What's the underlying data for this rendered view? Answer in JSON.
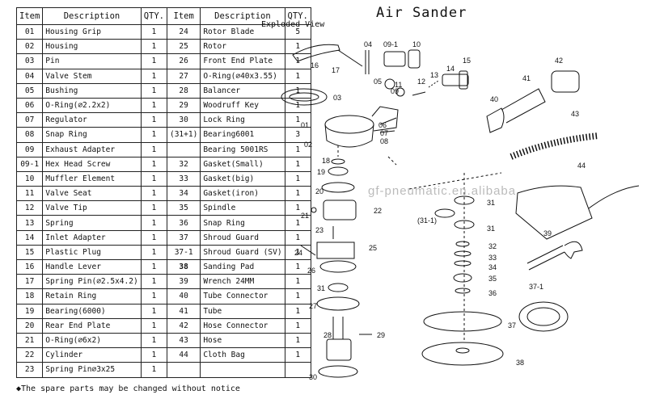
{
  "header": {
    "title": "Air Sander",
    "subtitle": "Exploded View",
    "watermark": "gf-pneumatic.en.alibaba"
  },
  "table": {
    "columns": [
      "Item",
      "Description",
      "QTY.",
      "Item",
      "Description",
      "QTY."
    ],
    "rows": [
      {
        "item": "01",
        "desc": "Housing Grip",
        "qty": "1",
        "item2": "24",
        "desc2": "Rotor Blade",
        "qty2": "5"
      },
      {
        "item": "02",
        "desc": "Housing",
        "qty": "1",
        "item2": "25",
        "desc2": "Rotor",
        "qty2": "1"
      },
      {
        "item": "03",
        "desc": "Pin",
        "qty": "1",
        "item2": "26",
        "desc2": "Front End Plate",
        "qty2": "1"
      },
      {
        "item": "04",
        "desc": "Valve Stem",
        "qty": "1",
        "item2": "27",
        "desc2": "O-Ring(⌀40x3.55)",
        "qty2": "1"
      },
      {
        "item": "05",
        "desc": "Bushing",
        "qty": "1",
        "item2": "28",
        "desc2": "Balancer",
        "qty2": "1"
      },
      {
        "item": "06",
        "desc": "O-Ring(⌀2.2x2)",
        "qty": "1",
        "item2": "29",
        "desc2": "Woodruff Key",
        "qty2": "1"
      },
      {
        "item": "07",
        "desc": "Regulator",
        "qty": "1",
        "item2": "30",
        "desc2": "Lock Ring",
        "qty2": "1"
      },
      {
        "item": "08",
        "desc": "Snap Ring",
        "qty": "1",
        "item2": "(31+1)",
        "desc2": "Bearing6001",
        "qty2": "3"
      },
      {
        "item": "09",
        "desc": "Exhaust Adapter",
        "qty": "1",
        "item2": "",
        "desc2": "Bearing 5001RS",
        "qty2": "1"
      },
      {
        "item": "09-1",
        "desc": "Hex Head Screw",
        "qty": "1",
        "item2": "32",
        "desc2": "Gasket(Small)",
        "qty2": "1"
      },
      {
        "item": "10",
        "desc": "Muffler Element",
        "qty": "1",
        "item2": "33",
        "desc2": "Gasket(big)",
        "qty2": "1"
      },
      {
        "item": "11",
        "desc": "Valve Seat",
        "qty": "1",
        "item2": "34",
        "desc2": "Gasket(iron)",
        "qty2": "1"
      },
      {
        "item": "12",
        "desc": "Valve Tip",
        "qty": "1",
        "item2": "35",
        "desc2": "Spindle",
        "qty2": "1"
      },
      {
        "item": "13",
        "desc": "Spring",
        "qty": "1",
        "item2": "36",
        "desc2": "Snap Ring",
        "qty2": "1"
      },
      {
        "item": "14",
        "desc": "Inlet Adapter",
        "qty": "1",
        "item2": "37",
        "desc2": "Shroud Guard",
        "qty2": "1"
      },
      {
        "item": "15",
        "desc": "Plastic Plug",
        "qty": "1",
        "item2": "37-1",
        "desc2": "Shroud Guard (SV)",
        "qty2": "1"
      },
      {
        "item": "16",
        "desc": "Handle Lever",
        "qty": "1",
        "item2": "38",
        "desc2": "Sanding Pad",
        "qty2": "1"
      },
      {
        "item": "17",
        "desc": "Spring Pin(⌀2.5x4.2)",
        "qty": "1",
        "item2": "39",
        "desc2": "Wrench 24MM",
        "qty2": "1"
      },
      {
        "item": "18",
        "desc": "Retain Ring",
        "qty": "1",
        "item2": "40",
        "desc2": "Tube Connector",
        "qty2": "1"
      },
      {
        "item": "19",
        "desc": "Bearing(6000)",
        "qty": "1",
        "item2": "41",
        "desc2": "Tube",
        "qty2": "1"
      },
      {
        "item": "20",
        "desc": "Rear End Plate",
        "qty": "1",
        "item2": "42",
        "desc2": "Hose Connector",
        "qty2": "1"
      },
      {
        "item": "21",
        "desc": "O-Ring(⌀6x2)",
        "qty": "1",
        "item2": "43",
        "desc2": "Hose",
        "qty2": "1"
      },
      {
        "item": "22",
        "desc": "Cylinder",
        "qty": "1",
        "item2": "44",
        "desc2": "Cloth Bag",
        "qty2": "1"
      },
      {
        "item": "23",
        "desc": "Spring Pin⌀3x25",
        "qty": "1",
        "item2": "",
        "desc2": "",
        "qty2": ""
      }
    ]
  },
  "footnote": "◆The spare parts may be changed without notice",
  "diagram": {
    "callouts": [
      "16",
      "17",
      "04",
      "09-1",
      "10",
      "05",
      "11",
      "09",
      "12",
      "13",
      "14",
      "15",
      "42",
      "41",
      "40",
      "03",
      "01",
      "06",
      "07",
      "08",
      "02",
      "43",
      "18",
      "19",
      "20",
      "44",
      "21",
      "22",
      "31",
      "(31-1)",
      "31",
      "23",
      "39",
      "24",
      "25",
      "32",
      "33",
      "26",
      "34",
      "31",
      "35",
      "27",
      "36",
      "37-1",
      "37",
      "28",
      "29",
      "30",
      "38"
    ]
  }
}
